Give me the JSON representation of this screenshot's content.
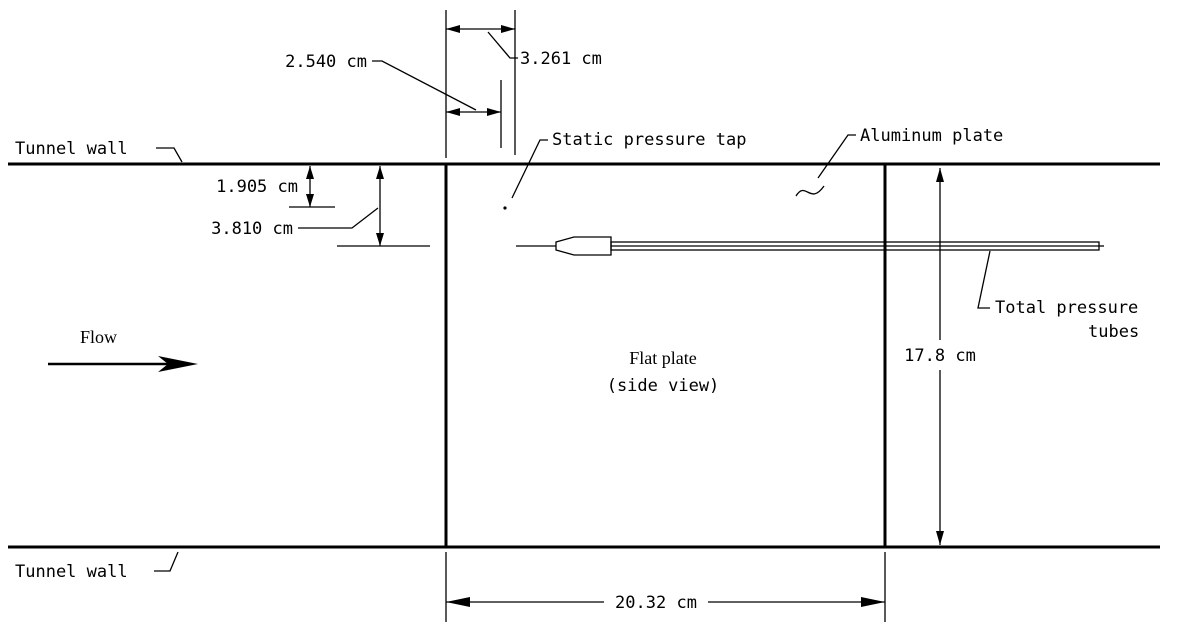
{
  "labels": {
    "tunnel_wall_top": "Tunnel wall",
    "tunnel_wall_bottom": "Tunnel wall",
    "static_pressure_tap": "Static pressure tap",
    "aluminum_plate": "Aluminum plate",
    "total_pressure_line1": "Total pressure",
    "total_pressure_line2": "tubes",
    "flow": "Flow",
    "flat_plate_line1": "Flat plate",
    "flat_plate_line2": "(side view)"
  },
  "dimensions": {
    "dim_2540": "2.540 cm",
    "dim_3261": "3.261 cm",
    "dim_1905": "1.905 cm",
    "dim_3810": "3.810 cm",
    "dim_178": "17.8 cm",
    "dim_2032": "20.32 cm"
  },
  "colors": {
    "ink": "#000000",
    "background": "#ffffff"
  }
}
